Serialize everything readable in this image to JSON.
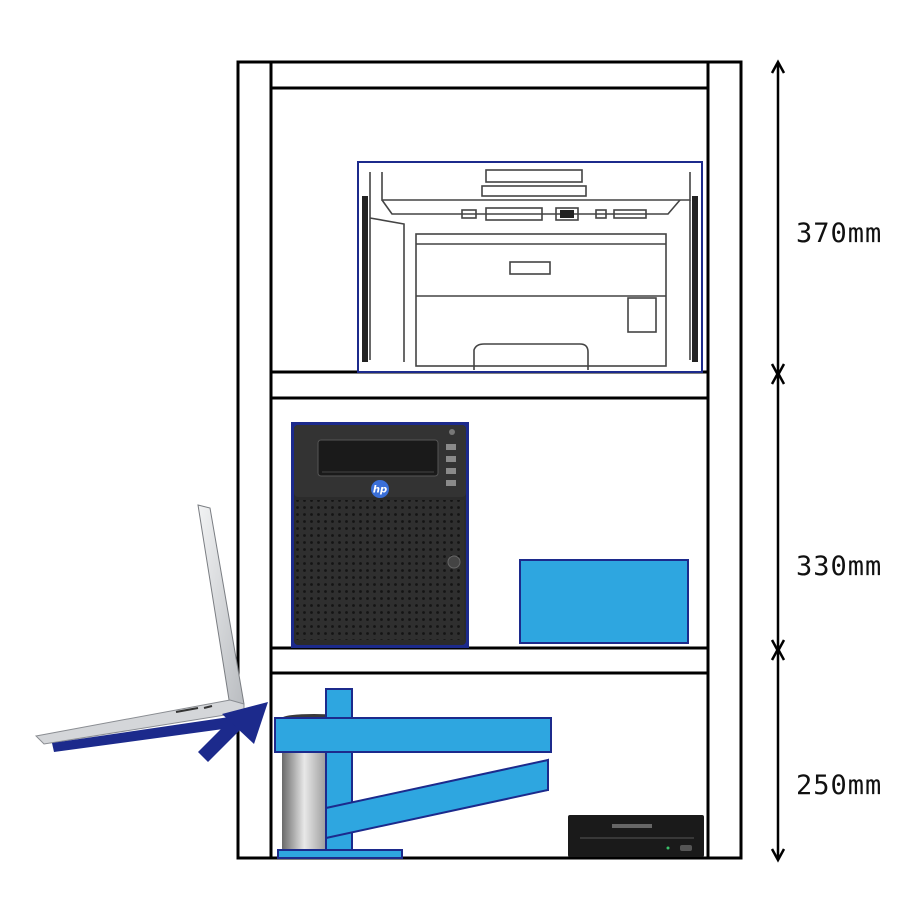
{
  "dimensions": [
    {
      "id": "top",
      "label": "370mm"
    },
    {
      "id": "middle",
      "label": "330mm"
    },
    {
      "id": "bottom",
      "label": "250mm"
    }
  ],
  "devices": {
    "printer": {
      "icon": "laser-printer-icon"
    },
    "server": {
      "icon": "microserver-tower-icon",
      "brand": "hp"
    },
    "blue_box": {
      "icon": "blue-box-block"
    },
    "monitor_arm": {
      "icon": "monitor-arm-bracket-icon"
    },
    "mac_pro": {
      "icon": "cylinder-desktop-icon"
    },
    "optical_drive": {
      "icon": "external-dvd-drive-icon"
    },
    "laptop": {
      "icon": "open-laptop-icon"
    }
  },
  "colors": {
    "frame": "#000000",
    "accent_blue": "#2ea6e0",
    "outline_blue": "#1c2a8c",
    "server_body": "#2b2b2b",
    "drive_body": "#1a1a1a",
    "laptop_silver": "#d4d6d9"
  }
}
